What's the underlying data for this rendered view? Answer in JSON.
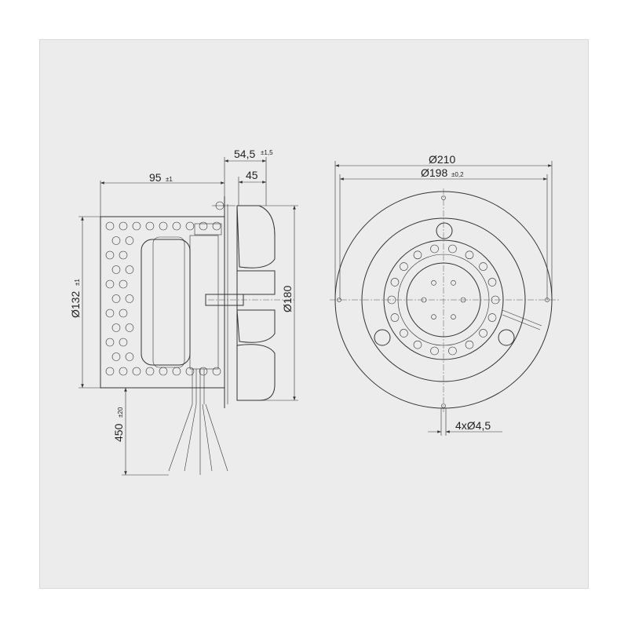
{
  "drawing": {
    "side_view": {
      "width_label": "95",
      "width_tol": "±1",
      "flange_label": "54,5",
      "flange_tol": "±1,5",
      "impeller_label": "45",
      "height_label": "Ø132",
      "height_tol": "±1",
      "impeller_dia_label": "Ø180",
      "cable_label": "450",
      "cable_tol": "±20"
    },
    "front_view": {
      "outer_dia_label": "Ø210",
      "bolt_circle_label": "Ø198",
      "bolt_circle_tol": "±0,2",
      "holes_label": "4xØ4,5"
    }
  },
  "colors": {
    "background": "#ececec",
    "line": "#333333"
  }
}
